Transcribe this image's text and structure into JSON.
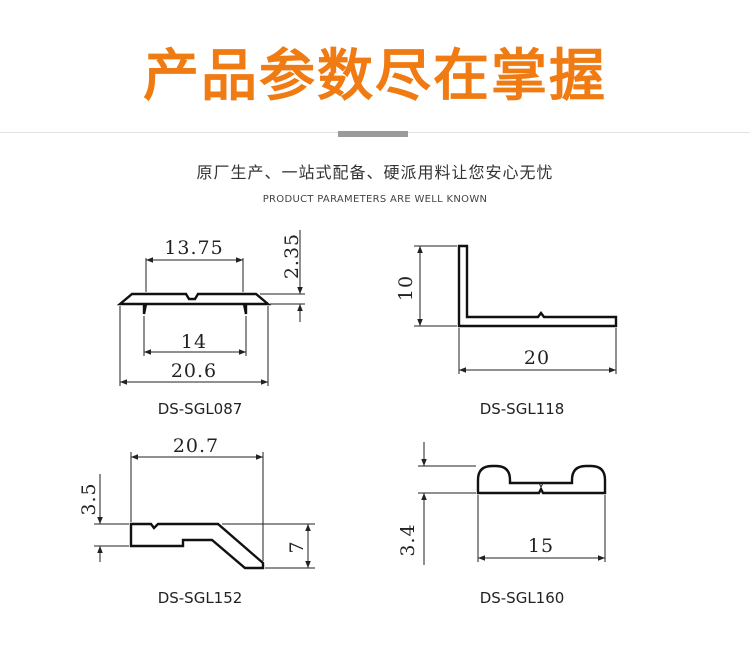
{
  "header": {
    "title": "产品参数尽在掌握",
    "subtitle": "原厂生产、一站式配备、硬派用料让您安心无忧",
    "subtitle_en": "PRODUCT PARAMETERS ARE WELL KNOWN"
  },
  "colors": {
    "title": "#f07b12",
    "accent_bar": "#9b9b9b",
    "line": "#111111"
  },
  "products": [
    {
      "code": "DS-SGL087",
      "dims": [
        "13.75",
        "2.35",
        "14",
        "20.6"
      ]
    },
    {
      "code": "DS-SGL118",
      "dims": [
        "10",
        "20"
      ]
    },
    {
      "code": "DS-SGL152",
      "dims": [
        "20.7",
        "3.5",
        "7"
      ]
    },
    {
      "code": "DS-SGL160",
      "dims": [
        "3.4",
        "15"
      ]
    }
  ]
}
